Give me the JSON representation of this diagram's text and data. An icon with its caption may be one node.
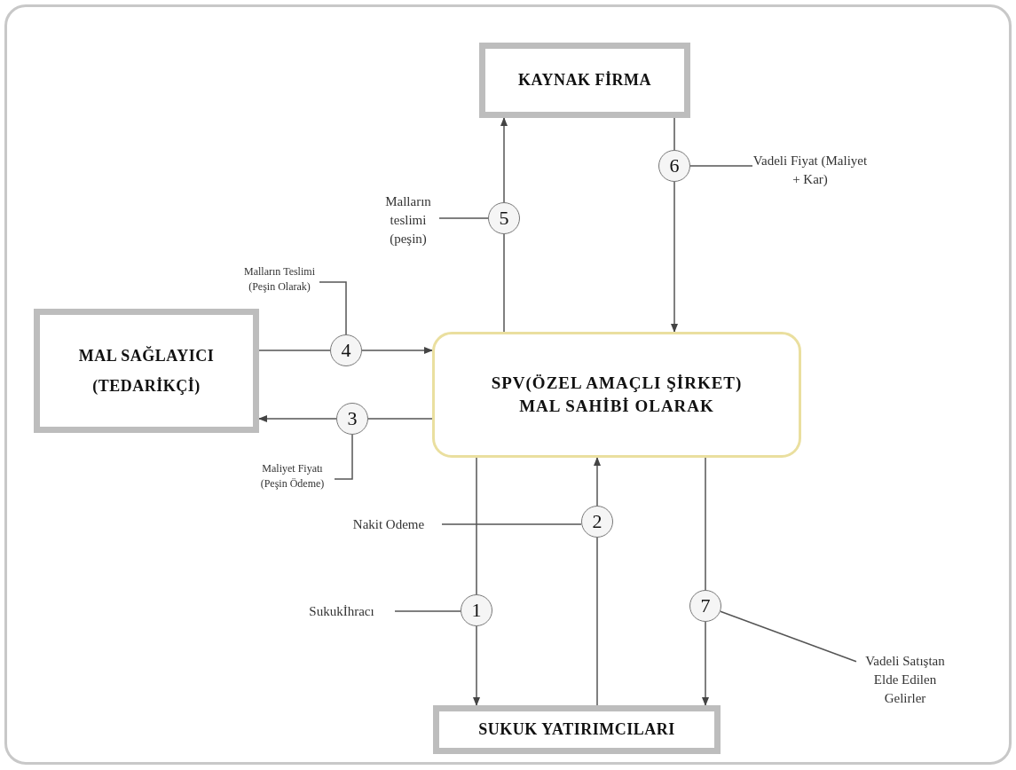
{
  "diagram": {
    "nodes": [
      {
        "text": [
          "KAYNAK FİRMA"
        ]
      },
      {
        "text": [
          "6"
        ]
      },
      {
        "text": [
          "Vadeli Fiyat (Maliyet + Kar)"
        ]
      },
      {
        "text": [
          "Malların teslimi (peşin)"
        ]
      },
      {
        "text": [
          "5"
        ]
      },
      {
        "text": [
          "Malların Teslimi (Peşin Olarak)"
        ]
      },
      {
        "text": [
          "MAL SAĞLAYICI (TEDARİKÇİ)"
        ]
      },
      {
        "text": [
          "4"
        ]
      },
      {
        "text": [
          "SPV(ÖZEL AMAÇLI ŞİRKET) MAL SAHİBİ OLARAK"
        ]
      },
      {
        "text": [
          "3"
        ]
      },
      {
        "text": [
          "Maliyet Fiyatı (Peşin Ödeme)"
        ]
      },
      {
        "text": [
          "Nakit Odeme"
        ]
      },
      {
        "text": [
          "2"
        ]
      },
      {
        "text": [
          "Sukukİhracı"
        ]
      },
      {
        "text": [
          "1"
        ]
      },
      {
        "text": [
          "7"
        ]
      },
      {
        "text": [
          "Vadeli Satıştan Elde Edilen Gelirler"
        ]
      },
      {
        "text": [
          "SUKUK YATIRIMCILARI"
        ]
      }
    ],
    "edges": [
      {
        "from": 8,
        "to": 4,
        "arrow": "none"
      },
      {
        "from": 4,
        "to": 0,
        "arrow": "to"
      },
      {
        "from": 0,
        "to": 1,
        "arrow": "none"
      },
      {
        "from": 1,
        "to": 8,
        "arrow": "to"
      },
      {
        "from": 6,
        "to": 7,
        "arrow": "none"
      },
      {
        "from": 7,
        "to": 8,
        "arrow": "to"
      },
      {
        "from": 8,
        "to": 9,
        "arrow": "none"
      },
      {
        "from": 9,
        "to": 6,
        "arrow": "to"
      },
      {
        "from": 17,
        "to": 12,
        "arrow": "none"
      },
      {
        "from": 12,
        "to": 8,
        "arrow": "to"
      },
      {
        "from": 8,
        "to": 14,
        "arrow": "none"
      },
      {
        "from": 14,
        "to": 17,
        "arrow": "to"
      },
      {
        "from": 8,
        "to": 15,
        "arrow": "none"
      },
      {
        "from": 15,
        "to": 17,
        "arrow": "to"
      },
      {
        "from": 2,
        "to": 1,
        "arrow": "none"
      },
      {
        "from": 3,
        "to": 4,
        "arrow": "none"
      },
      {
        "from": 5,
        "to": 7,
        "arrow": "none"
      },
      {
        "from": 10,
        "to": 9,
        "arrow": "none"
      },
      {
        "from": 11,
        "to": 12,
        "arrow": "none"
      },
      {
        "from": 13,
        "to": 14,
        "arrow": "none"
      },
      {
        "from": 16,
        "to": 15,
        "arrow": "none"
      }
    ]
  }
}
